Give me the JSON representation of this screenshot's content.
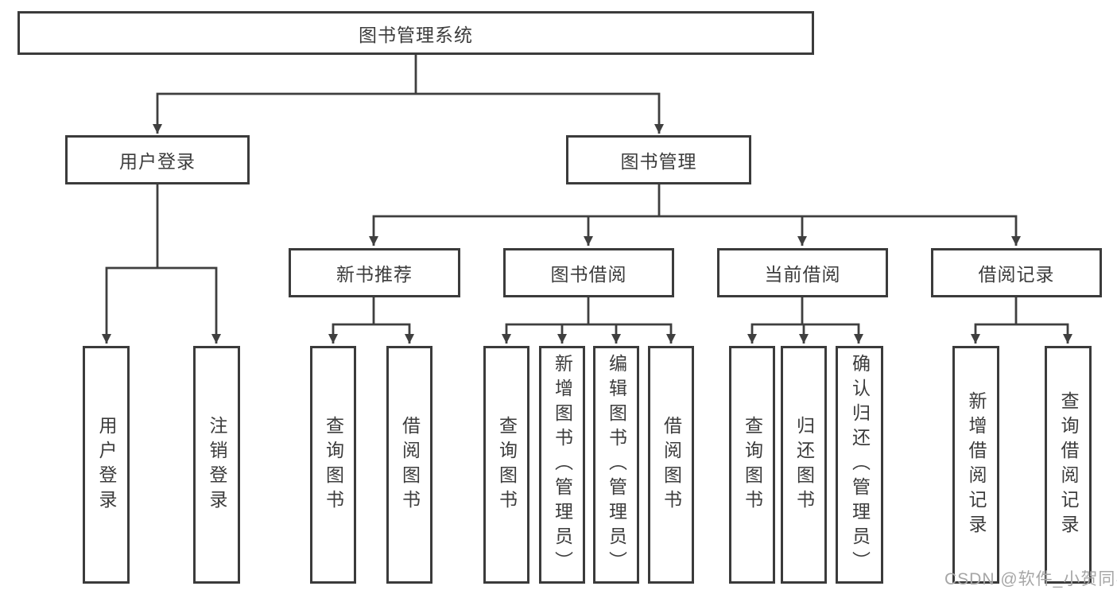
{
  "diagram_title": "图书管理系统",
  "tree": {
    "root": {
      "label": "图书管理系统"
    },
    "branches": [
      {
        "label": "用户登录",
        "children": [
          {
            "label": "用户登录"
          },
          {
            "label": "注销登录"
          }
        ]
      },
      {
        "label": "图书管理",
        "groups": [
          {
            "label": "新书推荐",
            "children": [
              {
                "label": "查询图书"
              },
              {
                "label": "借阅图书"
              }
            ]
          },
          {
            "label": "图书借阅",
            "children": [
              {
                "label": "查询图书"
              },
              {
                "label": "新增图书（管理员）"
              },
              {
                "label": "编辑图书（管理员）"
              },
              {
                "label": "借阅图书"
              }
            ]
          },
          {
            "label": "当前借阅",
            "children": [
              {
                "label": "查询图书"
              },
              {
                "label": "归还图书"
              },
              {
                "label": "确认归还（管理员）"
              }
            ]
          },
          {
            "label": "借阅记录",
            "children": [
              {
                "label": "新增借阅记录"
              },
              {
                "label": "查询借阅记录"
              }
            ]
          }
        ]
      }
    ]
  },
  "watermark": {
    "text": "CSDN @软件_小贺同学"
  },
  "colors": {
    "line": "#3f3f3f",
    "box_border": "#3b3b3b",
    "text": "#3c3c3c",
    "watermark_text": "#a6a6a6",
    "background": "#ffffff"
  }
}
